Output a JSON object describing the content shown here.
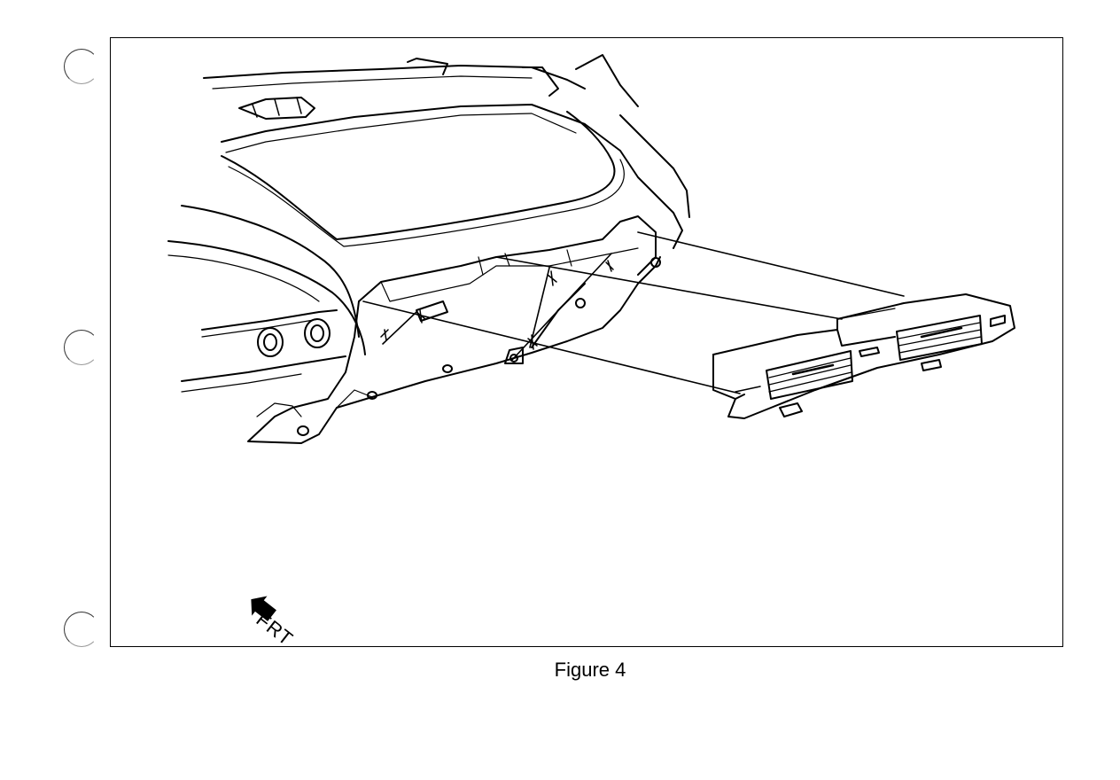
{
  "figure": {
    "caption": "Figure 4",
    "direction_label": "FRT"
  },
  "binder_holes": 3,
  "line_color": "#000000"
}
